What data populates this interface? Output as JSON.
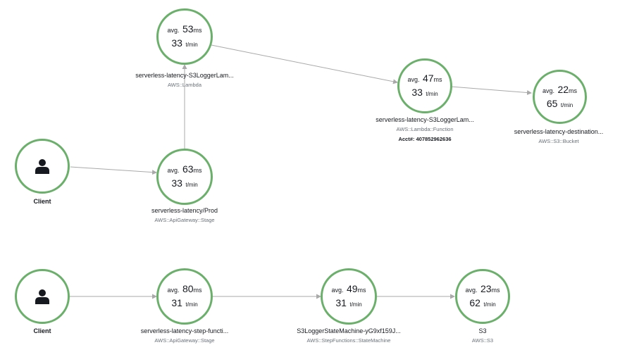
{
  "colors": {
    "node_border": "#6aaf6a",
    "edge": "#a9a9a9",
    "text": "#16191f",
    "subtext": "#687078"
  },
  "icons": {
    "client": "user-icon"
  },
  "labels": {
    "avg": "avg.",
    "ms": "ms",
    "tpm": "t/min"
  },
  "graph1": {
    "client": {
      "name": "Client"
    },
    "apigw": {
      "avg_ms": "63",
      "tpm": "33",
      "name": "serverless-latency/Prod",
      "type": "AWS::ApiGateway::Stage"
    },
    "lambda": {
      "avg_ms": "53",
      "tpm": "33",
      "name": "serverless-latency-S3LoggerLam...",
      "type": "AWS::Lambda"
    },
    "lambda_fn": {
      "avg_ms": "47",
      "tpm": "33",
      "name": "serverless-latency-S3LoggerLam...",
      "type": "AWS::Lambda::Function",
      "account": "Acct#: 407852962636"
    },
    "s3_bucket": {
      "avg_ms": "22",
      "tpm": "65",
      "name": "serverless-latency-destination...",
      "type": "AWS::S3::Bucket"
    }
  },
  "graph2": {
    "client": {
      "name": "Client"
    },
    "apigw": {
      "avg_ms": "80",
      "tpm": "31",
      "name": "serverless-latency-step-functi...",
      "type": "AWS::ApiGateway::Stage"
    },
    "state_machine": {
      "avg_ms": "49",
      "tpm": "31",
      "name": "S3LoggerStateMachine-yG9xf159J...",
      "type": "AWS::StepFunctions::StateMachine"
    },
    "s3": {
      "avg_ms": "23",
      "tpm": "62",
      "name": "S3",
      "type": "AWS::S3"
    }
  }
}
